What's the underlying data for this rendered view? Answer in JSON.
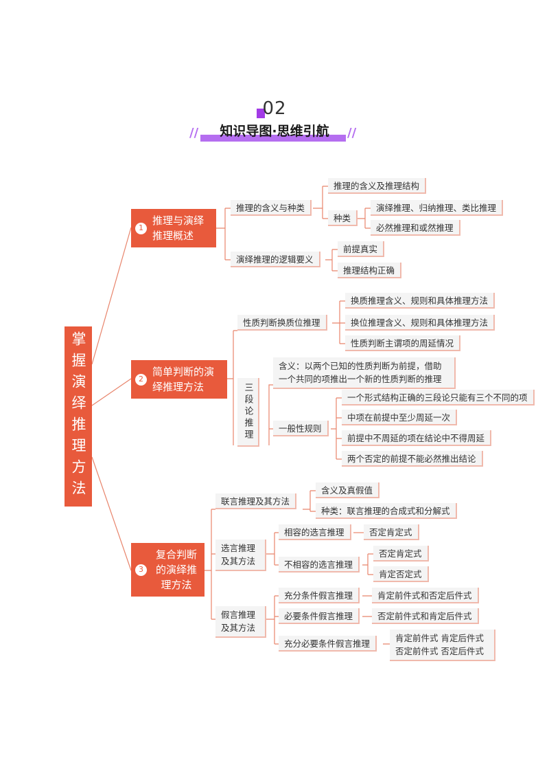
{
  "header": {
    "number": "02",
    "title": "知识导图·思维引航",
    "slash_left": "//",
    "slash_right": "//"
  },
  "root": "掌握演绎推理方法",
  "colors": {
    "accent": "#e85a3c",
    "connector": "#e8846b",
    "purple": "#a23be6"
  },
  "branch1": {
    "num": "1",
    "label": "推理与演绎推理概述",
    "c1": {
      "label": "推理的含义与种类",
      "a": "推理的含义及推理结构",
      "b": "种类",
      "b1": "演绎推理、归纳推理、类比推理",
      "b2": "必然推理和或然推理"
    },
    "c2": {
      "label": "演绎推理的逻辑要义",
      "a": "前提真实",
      "b": "推理结构正确"
    }
  },
  "branch2": {
    "num": "2",
    "label": "简单判断的演绎推理方法",
    "c1": {
      "label": "性质判断换质位推理",
      "a": "换质推理含义、规则和具体推理方法",
      "b": "换位推理含义、规则和具体推理方法",
      "c": "性质判断主谓项的周延情况"
    },
    "c2": {
      "label": "三段论推理",
      "def": "含义：以两个已知的性质判断为前提，借助一个共同的项推出一个新的性质判断的推理",
      "rules": "一般性规则",
      "r1": "一个形式结构正确的三段论只能有三个不同的项",
      "r2": "中项在前提中至少周延一次",
      "r3": "前提中不周延的项在结论中不得周延",
      "r4": "两个否定的前提不能必然推出结论"
    }
  },
  "branch3": {
    "num": "3",
    "label": "复合判断的演绎推理方法",
    "c1": {
      "label": "联言推理及其方法",
      "a": "含义及真假值",
      "b": "种类：联言推理的合成式和分解式"
    },
    "c2": {
      "label": "选言推理及其方法",
      "a": "相容的选言推理",
      "a1": "否定肯定式",
      "b": "不相容的选言推理",
      "b1": "否定肯定式",
      "b2": "肯定否定式"
    },
    "c3": {
      "label": "假言推理及其方法",
      "a": "充分条件假言推理",
      "a1": "肯定前件式和否定后件式",
      "b": "必要条件假言推理",
      "b1": "否定前件式和肯定后件式",
      "c": "充分必要条件假言推理",
      "c1": "肯定前件式 肯定后件式",
      "c2": "否定前件式 否定后件式"
    }
  }
}
